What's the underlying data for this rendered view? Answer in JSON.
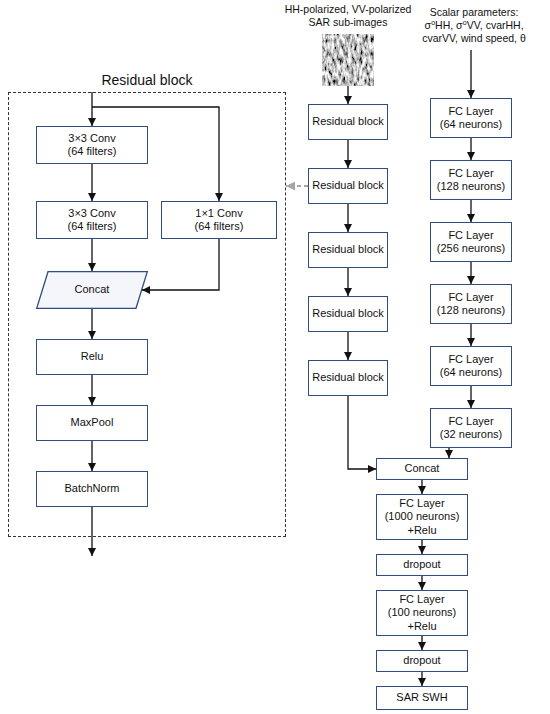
{
  "diagram": {
    "nodes": [
      {
        "text": [
          "Residual block"
        ]
      },
      {
        "text": [
          "3×3 Conv (64 filters)"
        ],
        "in": 0
      },
      {
        "text": [
          "3×3 Conv (64 filters)"
        ],
        "in": 0
      },
      {
        "text": [
          "1×1 Conv (64 filters)"
        ],
        "in": 0
      },
      {
        "text": [
          "Concat"
        ],
        "in": 0
      },
      {
        "text": [
          "Relu"
        ],
        "in": 0
      },
      {
        "text": [
          "MaxPool"
        ],
        "in": 0
      },
      {
        "text": [
          "BatchNorm"
        ],
        "in": 0
      },
      {
        "text": [
          "Residual block"
        ]
      },
      {
        "text": [
          "Residual block"
        ]
      },
      {
        "text": [
          "Residual block"
        ]
      },
      {
        "text": [
          "Residual block"
        ]
      },
      {
        "text": [
          "Residual block"
        ]
      },
      {
        "text": [
          "FC Layer (64 neurons)"
        ]
      },
      {
        "text": [
          "FC Layer (128 neurons)"
        ]
      },
      {
        "text": [
          "FC Layer (256 neurons)"
        ]
      },
      {
        "text": [
          "FC Layer (128 neurons)"
        ]
      },
      {
        "text": [
          "FC Layer (64 neurons)"
        ]
      },
      {
        "text": [
          "FC Layer (32 neurons)"
        ]
      },
      {
        "text": [
          "Concat"
        ]
      },
      {
        "text": [
          "FC Layer (1000 neurons) +Relu"
        ]
      },
      {
        "text": [
          "dropout"
        ]
      },
      {
        "text": [
          "FC Layer (100 neurons) +Relu"
        ]
      },
      {
        "text": [
          "dropout"
        ]
      },
      {
        "text": [
          "SAR SWH"
        ]
      }
    ],
    "edges": [
      {
        "from": 1,
        "to": 2,
        "arrow": "to"
      },
      {
        "from": 2,
        "to": 4,
        "arrow": "to"
      },
      {
        "from": 3,
        "to": 4,
        "arrow": "to"
      },
      {
        "from": 4,
        "to": 5,
        "arrow": "to"
      },
      {
        "from": 5,
        "to": 6,
        "arrow": "to"
      },
      {
        "from": 6,
        "to": 7,
        "arrow": "to"
      },
      {
        "from": 9,
        "to": 0,
        "arrow": "to"
      },
      {
        "from": 8,
        "to": 9,
        "arrow": "to"
      },
      {
        "from": 9,
        "to": 10,
        "arrow": "to"
      },
      {
        "from": 10,
        "to": 11,
        "arrow": "to"
      },
      {
        "from": 11,
        "to": 12,
        "arrow": "to"
      },
      {
        "from": 13,
        "to": 14,
        "arrow": "to"
      },
      {
        "from": 14,
        "to": 15,
        "arrow": "to"
      },
      {
        "from": 15,
        "to": 16,
        "arrow": "to"
      },
      {
        "from": 16,
        "to": 17,
        "arrow": "to"
      },
      {
        "from": 17,
        "to": 18,
        "arrow": "to"
      },
      {
        "from": 12,
        "to": 19,
        "arrow": "to"
      },
      {
        "from": 18,
        "to": 19,
        "arrow": "to"
      },
      {
        "from": 19,
        "to": 20,
        "arrow": "to"
      },
      {
        "from": 20,
        "to": 21,
        "arrow": "to"
      },
      {
        "from": 21,
        "to": 22,
        "arrow": "to"
      },
      {
        "from": 22,
        "to": 23,
        "arrow": "to"
      },
      {
        "from": 23,
        "to": 24,
        "arrow": "to"
      }
    ],
    "labels": [
      "HH-polarized, VV-polarized SAR sub-images",
      "Scalar parameters: σ⁰HH, σ⁰VV, cvarHH, cvarVV, wind speed, θ"
    ]
  }
}
